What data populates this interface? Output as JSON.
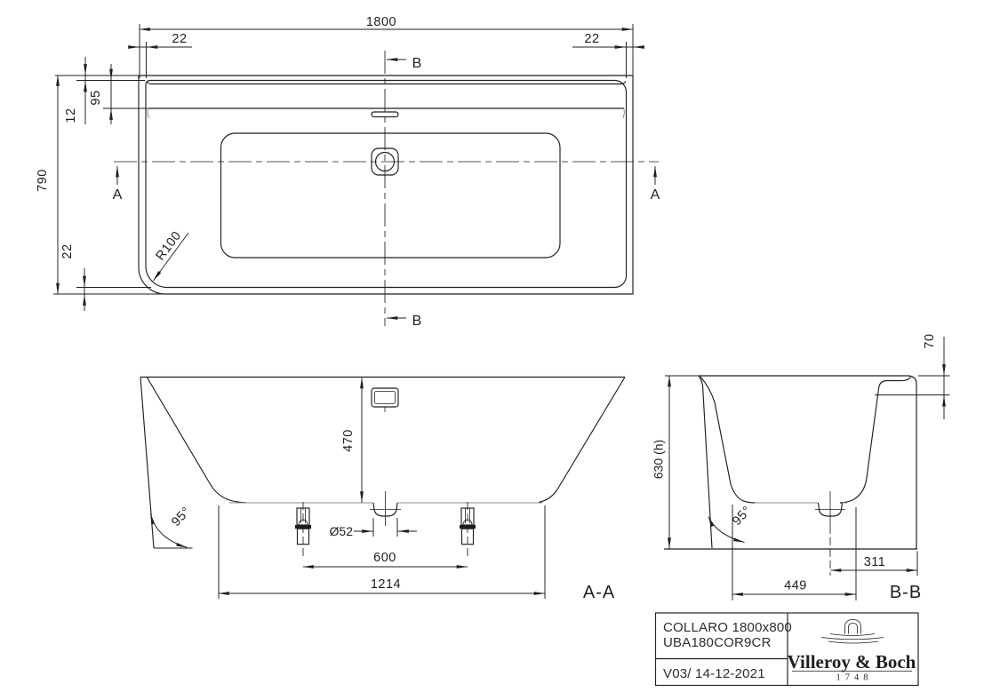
{
  "drawing": {
    "plan": {
      "dim_length": "1800",
      "dim_margin_left": "22",
      "dim_margin_right": "22",
      "dim_lip": "12",
      "dim_deck": "95",
      "dim_width": "790",
      "dim_margin_bottom": "22",
      "radius": "R100",
      "marker_a": "A",
      "marker_b": "B"
    },
    "section_aa": {
      "label": "A-A",
      "dim_depth": "470",
      "dim_drain": "Ø52",
      "dim_feet_spacing": "600",
      "dim_floor_length": "1214",
      "angle": "95°"
    },
    "section_bb": {
      "label": "B-B",
      "dim_height": "630 (h)",
      "dim_overflow": "70",
      "dim_drain_to_back": "311",
      "dim_drain_to_front": "449",
      "angle": "95°"
    }
  },
  "title_block": {
    "product": "COLLARO 1800x800",
    "article": "UBA180COR9CR",
    "revision": "V03/ 14-12-2021",
    "brand": "Villeroy & Boch",
    "established": "1748"
  }
}
